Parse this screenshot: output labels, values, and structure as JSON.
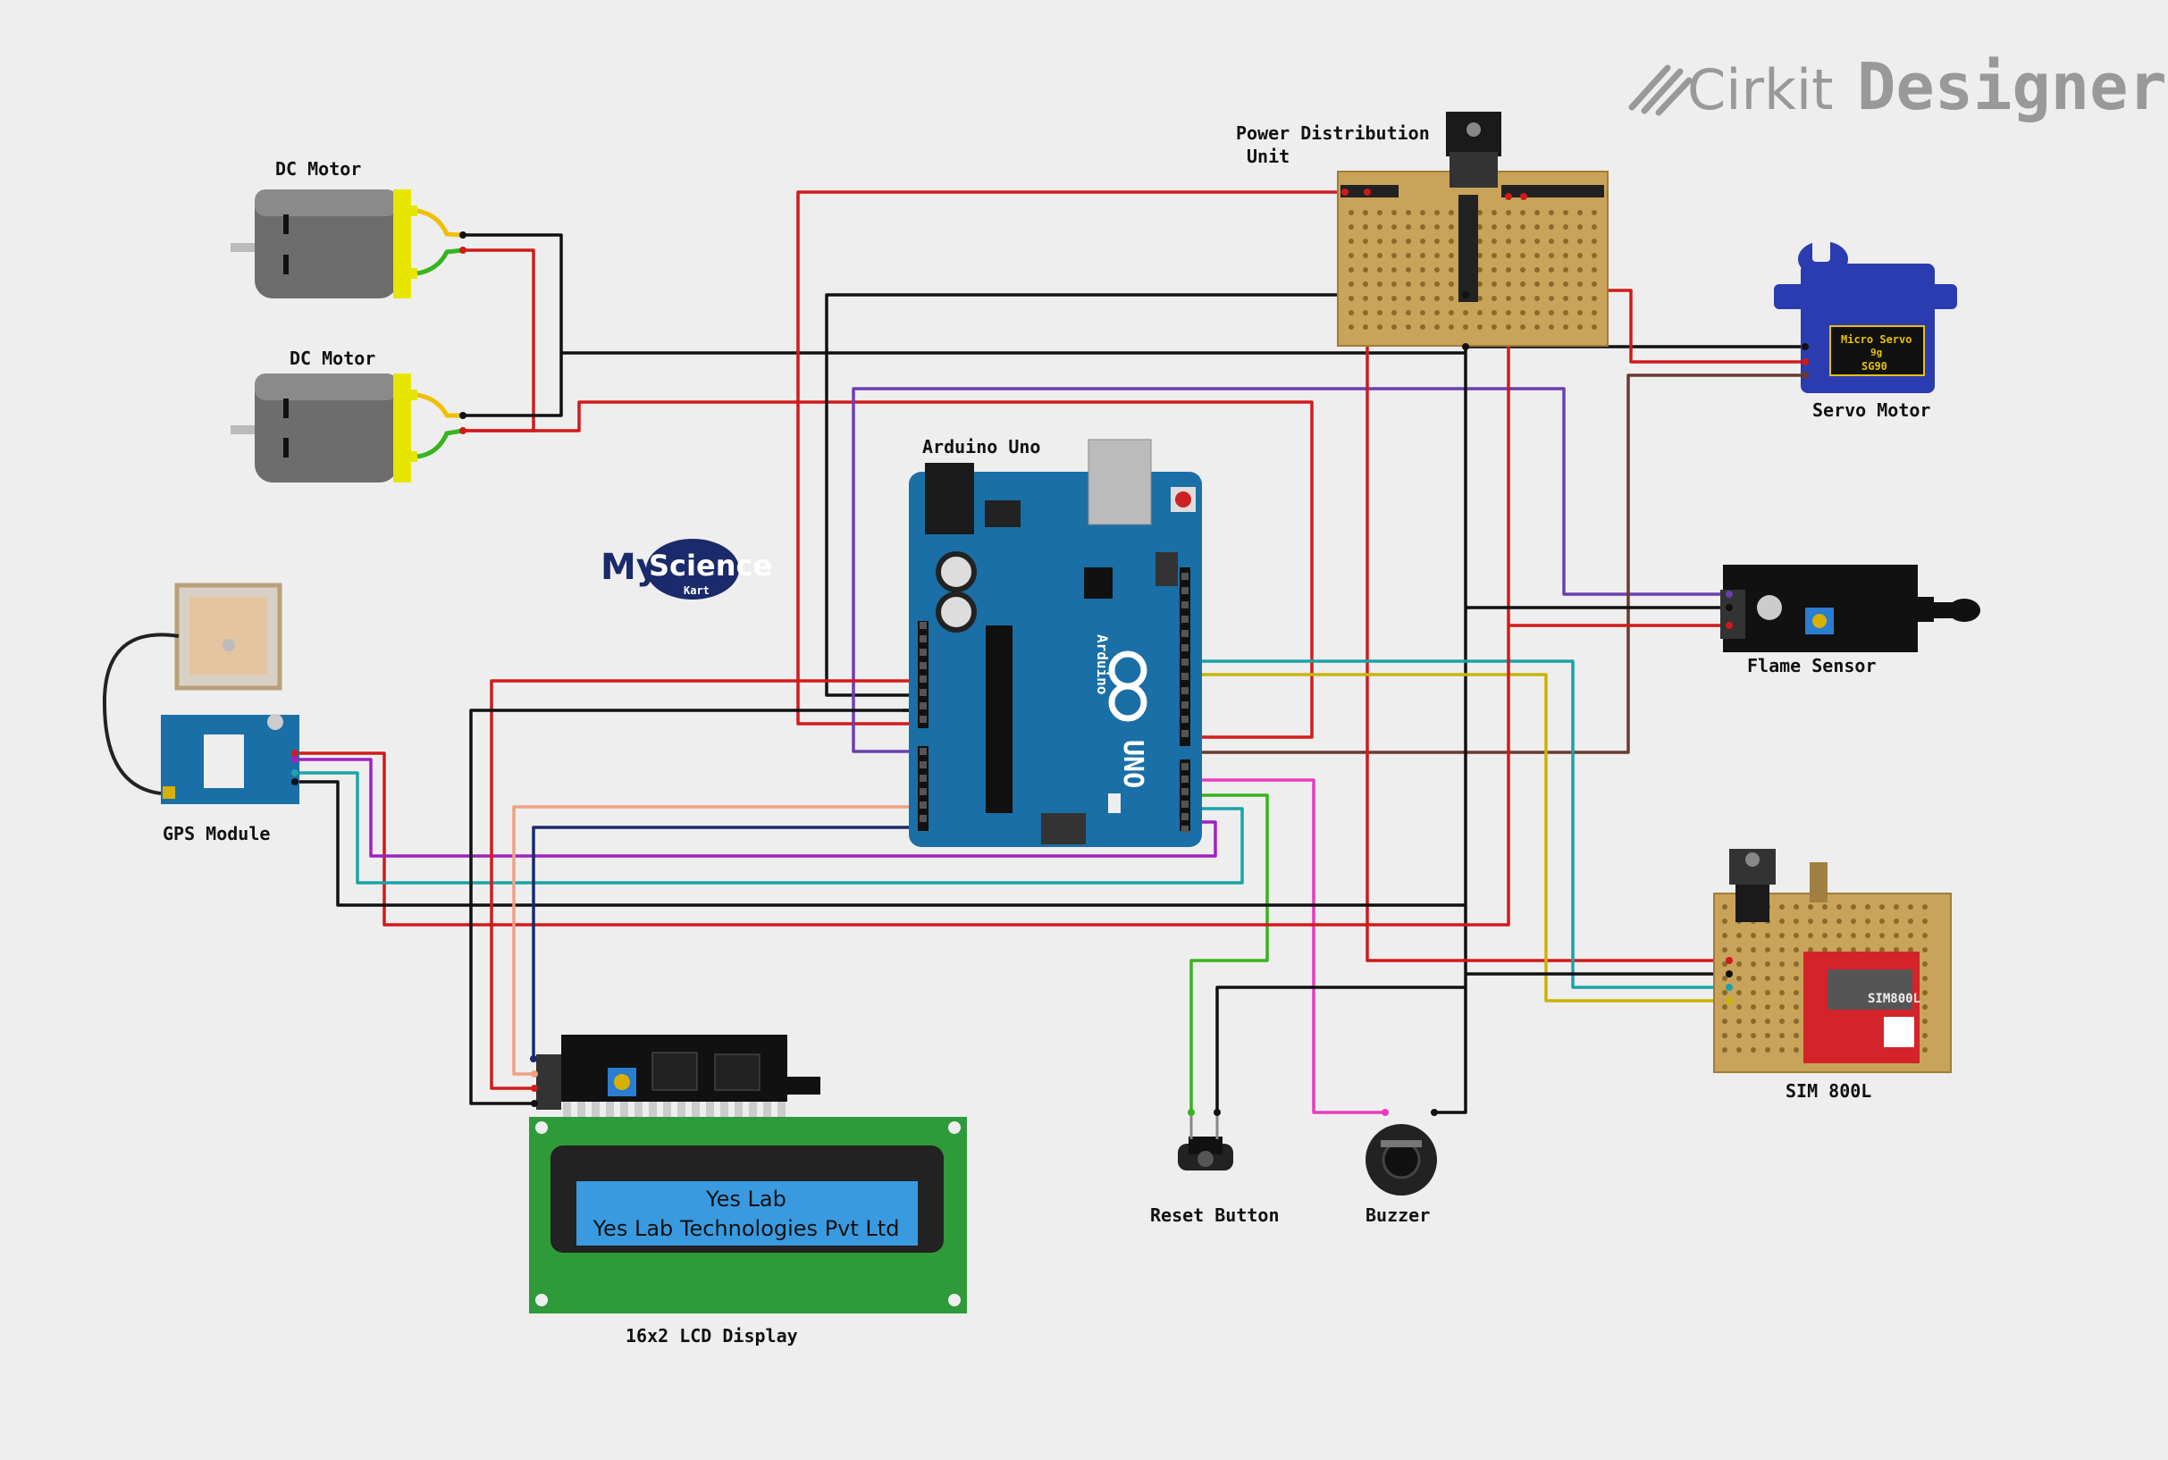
{
  "brand": {
    "prefix": "Cirkit",
    "suffix": "Designer"
  },
  "logo": {
    "word1": "My",
    "word2": "Science",
    "word3": "Kart"
  },
  "labels": {
    "dc_motor_1": "DC Motor",
    "dc_motor_2": "DC Motor",
    "pdu_line1": "Power Distribution",
    "pdu_line2": "Unit",
    "servo": "Servo Motor",
    "arduino": "Arduino Uno",
    "flame": "Flame Sensor",
    "gps": "GPS Module",
    "sim": "SIM 800L",
    "lcd": "16x2 LCD Display",
    "reset": "Reset Button",
    "buzzer": "Buzzer"
  },
  "lcd_screen": {
    "line1": "Yes Lab",
    "line2": "Yes Lab Technologies Pvt Ltd"
  },
  "servo_text": {
    "line1": "Micro Servo",
    "line2": "9g",
    "line3": "SG90"
  },
  "sim_text": {
    "chip": "SIM800L"
  },
  "arduino_text": {
    "uno": "UNO",
    "brand": "Arduino"
  },
  "colors": {
    "red": "#d11a1a",
    "black": "#111111",
    "purple": "#6a3fb0",
    "brown": "#6b3a2e",
    "teal": "#1aa3a8",
    "yellow": "#c9b400",
    "magenta": "#e83cbf",
    "green": "#38b31f",
    "salmon": "#f0a080",
    "navy": "#1a2a6a",
    "violet": "#a020c0",
    "board": "#1a6fa6",
    "perfboard": "#c9a35a",
    "lcd_green": "#2f9a3a",
    "lcd_screen": "#3a9ae0"
  }
}
